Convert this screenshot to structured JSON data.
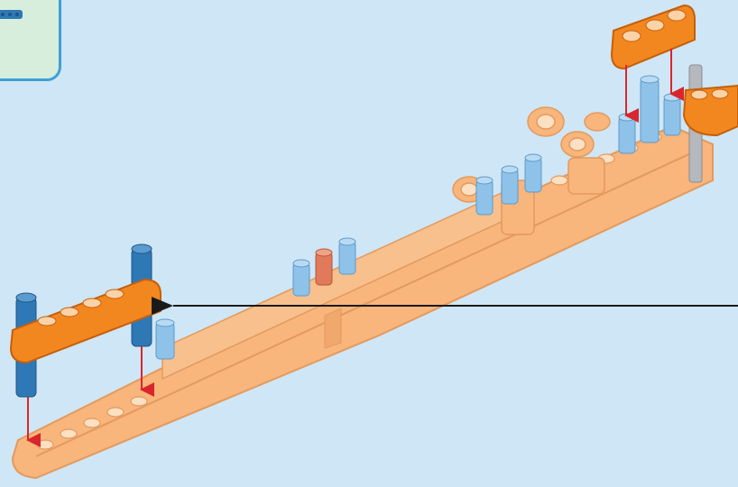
{
  "page": {
    "background": "#cfe6f6",
    "type": "lego-building-instruction-step"
  },
  "colors": {
    "beam_light_orange": "#f8b57c",
    "beam_light_orange_edge": "#e39a5e",
    "beam_orange": "#f3871f",
    "beam_orange_edge": "#c65f0c",
    "pin_blue": "#2f78b6",
    "pin_light_blue": "#8fc2e8",
    "pin_red": "#e07a5a",
    "arrow_red": "#d9262c",
    "pointer_line": "#1a1a1a",
    "inset_border": "#3ea0d8",
    "inset_fill": "#d6eedb"
  },
  "parts": {
    "callout_inset": "parts-callout-box",
    "main_beam": "long-light-orange-beam",
    "new_beam_left": "orange-5-hole-beam",
    "new_beam_top_right": "orange-3-hole-beam",
    "new_beam_right_edge": "orange-3-hole-beam",
    "pins_left": "blue-long-pins",
    "pins_mid": "light-blue-and-red-pins",
    "pins_right": "light-blue-pins",
    "grey_axle": "grey-axle"
  },
  "instructions": {
    "place_arrows": 4,
    "pointer_arrow": "left"
  }
}
